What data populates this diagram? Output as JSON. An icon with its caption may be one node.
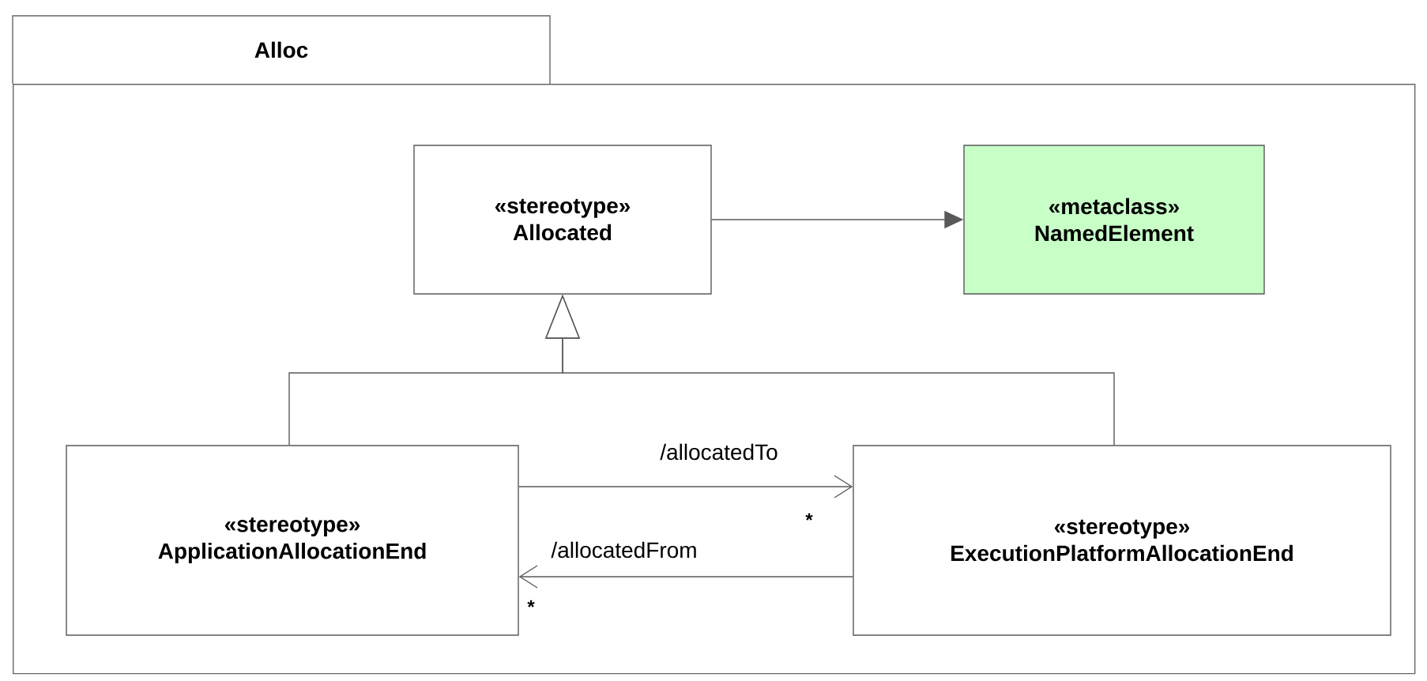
{
  "diagram": {
    "nodes": [
      {
        "text": [
          "Alloc"
        ]
      },
      {
        "text": [
          "«stereotype»",
          "Allocated"
        ],
        "in": 0
      },
      {
        "text": [
          "«metaclass»",
          "NamedElement"
        ],
        "in": 0
      },
      {
        "text": [
          "«stereotype»",
          "ApplicationAllocationEnd"
        ],
        "in": 0
      },
      {
        "text": [
          "«stereotype»",
          "ExecutionPlatformAllocationEnd"
        ],
        "in": 0
      }
    ],
    "edges": [
      {
        "from": 1,
        "to": 2,
        "arrow": "to"
      },
      {
        "from": 3,
        "to": 1,
        "arrow": "to"
      },
      {
        "from": 4,
        "to": 1,
        "arrow": "to"
      },
      {
        "from": 3,
        "to": 4,
        "arrow": "to",
        "label": "/allocatedTo"
      },
      {
        "from": 4,
        "to": 3,
        "arrow": "to",
        "label": "/allocatedFrom"
      }
    ],
    "labels": [
      "*",
      "*"
    ]
  }
}
